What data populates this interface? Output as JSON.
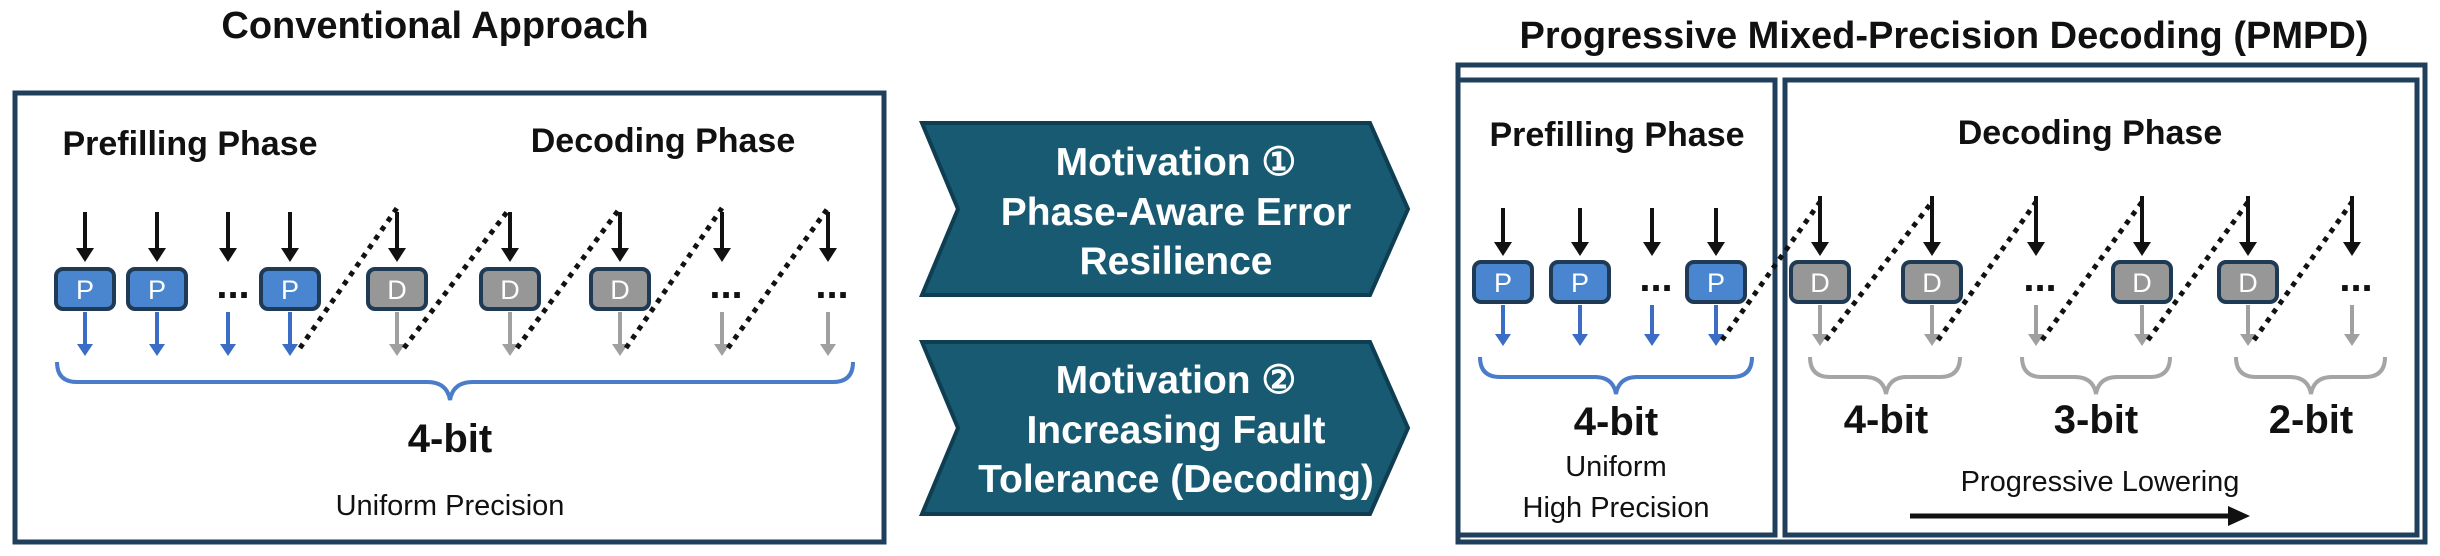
{
  "left": {
    "title": "Conventional Approach",
    "prefill_label": "Prefilling Phase",
    "decode_label": "Decoding Phase",
    "bits": "4-bit",
    "caption": "Uniform Precision",
    "prefill_token": "P",
    "decode_token": "D",
    "ellipsis": "..."
  },
  "middle": {
    "motivation1": [
      "Motivation ①",
      "Phase-Aware Error",
      "Resilience"
    ],
    "motivation2": [
      "Motivation ②",
      "Increasing Fault",
      "Tolerance (Decoding)"
    ]
  },
  "right": {
    "title": "Progressive Mixed-Precision Decoding (PMPD)",
    "prefill_label": "Prefilling Phase",
    "decode_label": "Decoding Phase",
    "prefill_bits": "4-bit",
    "prefill_caption1": "Uniform",
    "prefill_caption2": "High Precision",
    "decode_bits": [
      "4-bit",
      "3-bit",
      "2-bit"
    ],
    "lowering_label": "Progressive Lowering",
    "prefill_token": "P",
    "decode_token": "D",
    "ellipsis": "..."
  },
  "colors": {
    "frame": "#1f3f5c",
    "motivation_fill": "#175a72",
    "prefill_token_fill": "#4a86d0",
    "decode_token_fill": "#979797",
    "token_border": "#1e3a55",
    "blue_arrow": "#3b6cc6",
    "gray_arrow": "#a0a0a0",
    "blue_brace": "#4a7cc9",
    "gray_brace": "#a5a5a5"
  }
}
